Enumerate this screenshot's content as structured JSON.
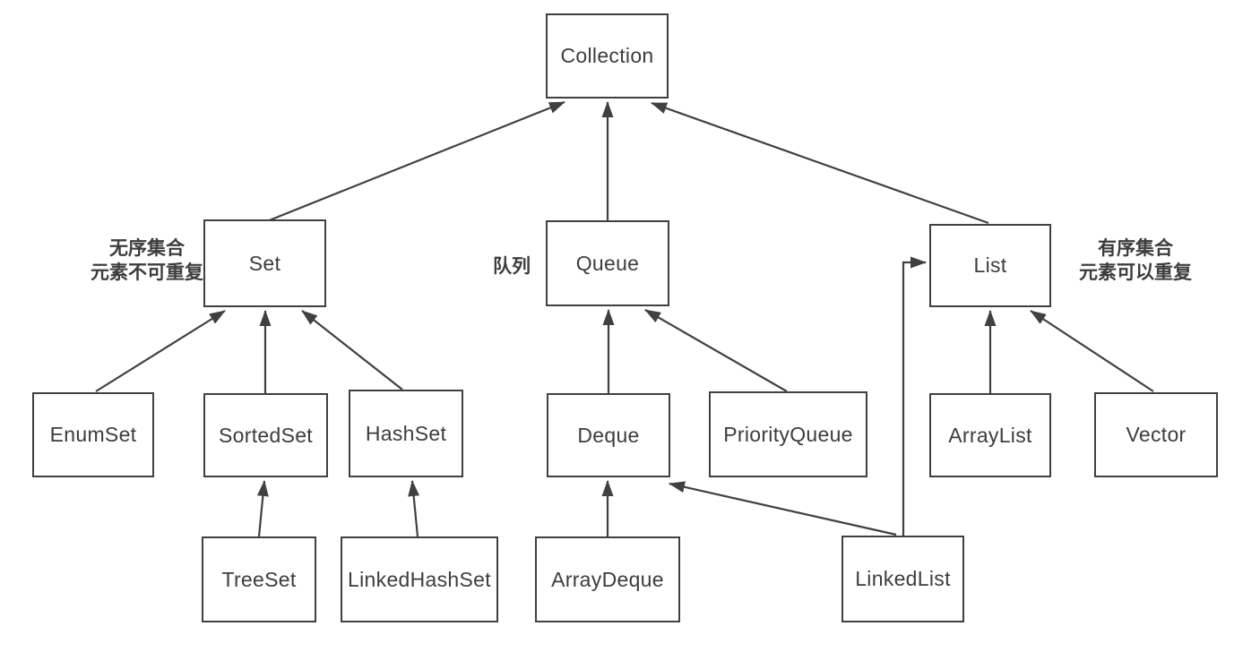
{
  "diagram": {
    "description_nodes": {
      "collection": {
        "label": "Collection"
      },
      "set": {
        "label": "Set"
      },
      "queue": {
        "label": "Queue"
      },
      "list": {
        "label": "List"
      },
      "enumset": {
        "label": "EnumSet"
      },
      "sortedset": {
        "label": "SortedSet"
      },
      "hashset": {
        "label": "HashSet"
      },
      "deque": {
        "label": "Deque"
      },
      "priorityqueue": {
        "label": "PriorityQueue"
      },
      "arraylist": {
        "label": "ArrayList"
      },
      "vector": {
        "label": "Vector"
      },
      "treeset": {
        "label": "TreeSet"
      },
      "linkedhashset": {
        "label": "LinkedHashSet"
      },
      "arraydeque": {
        "label": "ArrayDeque"
      },
      "linkedlist": {
        "label": "LinkedList"
      }
    },
    "annotations": {
      "set_note": {
        "line1": "无序集合",
        "line2": "元素不可重复"
      },
      "queue_note": {
        "line1": "队列"
      },
      "list_note": {
        "line1": "有序集合",
        "line2": "元素可以重复"
      }
    },
    "edges": [
      {
        "from": "Set",
        "to": "Collection"
      },
      {
        "from": "Queue",
        "to": "Collection"
      },
      {
        "from": "List",
        "to": "Collection"
      },
      {
        "from": "EnumSet",
        "to": "Set"
      },
      {
        "from": "SortedSet",
        "to": "Set"
      },
      {
        "from": "HashSet",
        "to": "Set"
      },
      {
        "from": "Deque",
        "to": "Queue"
      },
      {
        "from": "PriorityQueue",
        "to": "Queue"
      },
      {
        "from": "ArrayList",
        "to": "List"
      },
      {
        "from": "Vector",
        "to": "List"
      },
      {
        "from": "TreeSet",
        "to": "SortedSet"
      },
      {
        "from": "LinkedHashSet",
        "to": "HashSet"
      },
      {
        "from": "ArrayDeque",
        "to": "Deque"
      },
      {
        "from": "LinkedList",
        "to": "Deque"
      },
      {
        "from": "LinkedList",
        "to": "List"
      }
    ],
    "colors": {
      "line": "#404040",
      "text": "#3d3d3d",
      "background": "#ffffff"
    }
  }
}
